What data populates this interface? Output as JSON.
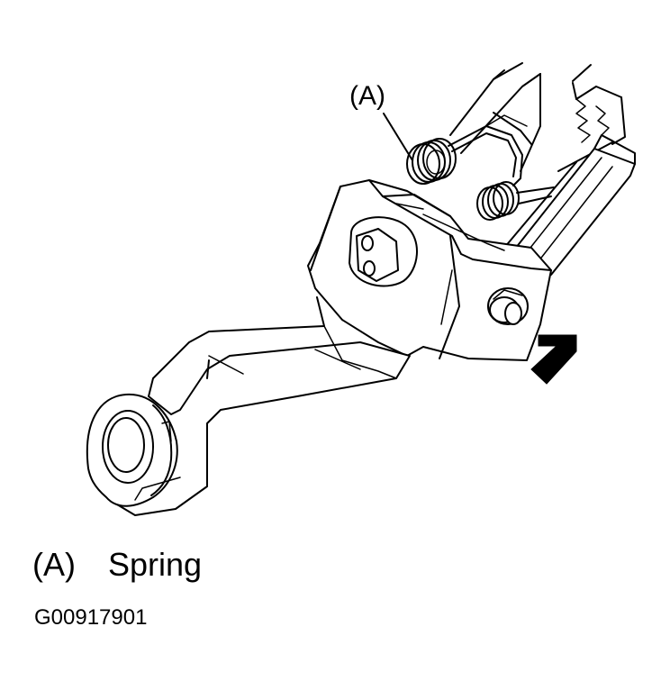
{
  "diagram": {
    "callout": "(A)",
    "legend": {
      "key": "(A)",
      "text": "Spring"
    },
    "figure_code": "G00917901",
    "ink_color": "#000000",
    "background_color": "#ffffff",
    "icons": [
      "pointer-arrow"
    ]
  }
}
